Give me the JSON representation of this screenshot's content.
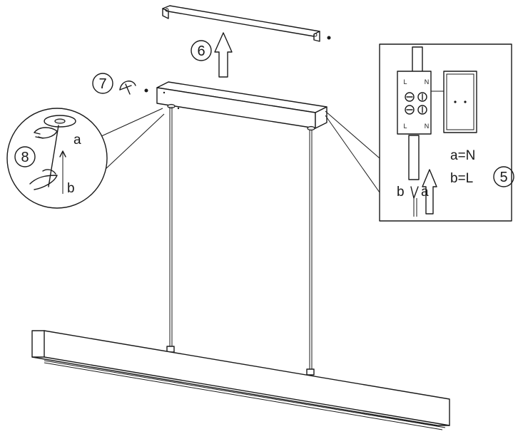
{
  "steps": {
    "step5": "5",
    "step6": "6",
    "step7": "7",
    "step8": "8"
  },
  "detail_wiring": {
    "terminal_top_left": "L",
    "terminal_top_right": "N",
    "terminal_bottom_left": "L",
    "terminal_bottom_right": "N",
    "wire_b": "b",
    "wire_a": "a",
    "legend_a": "a=N",
    "legend_b": "b=L"
  },
  "detail_cable": {
    "label_a": "a",
    "label_b": "b"
  }
}
